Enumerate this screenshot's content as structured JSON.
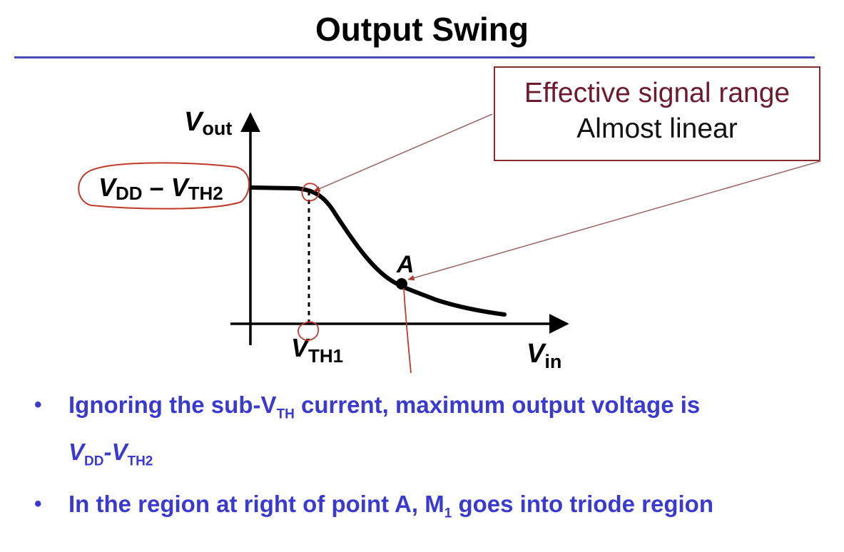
{
  "slide": {
    "title": "Output Swing"
  },
  "callout": {
    "line1": "Effective signal range",
    "line2": "Almost linear"
  },
  "diagram": {
    "y_axis_label_main": "V",
    "y_axis_label_sub": "out",
    "x_axis_label_main": "V",
    "x_axis_label_sub": "in",
    "level_label_main1": "V",
    "level_label_sub1": "DD",
    "level_label_dash": " – ",
    "level_label_main2": "V",
    "level_label_sub2": "TH2",
    "threshold_label_main": "V",
    "threshold_label_sub": "TH1",
    "point_label": "A",
    "colors": {
      "curve": "#000000",
      "annotation": "#c0392b",
      "callout_border": "#8a2b2b",
      "callout_arrow": "#9b6b6b"
    }
  },
  "bullets": [
    {
      "t1": "Ignoring the  sub-V",
      "s1": "TH",
      "t2": " current, maximum output voltage is",
      "t3": "V",
      "s2": "DD",
      "t4": "-V",
      "s3": "TH2"
    },
    {
      "t1": "In the region at right of point A, M",
      "s1": "1",
      "t2": " goes into triode region"
    }
  ],
  "bullet_symbol": "•"
}
